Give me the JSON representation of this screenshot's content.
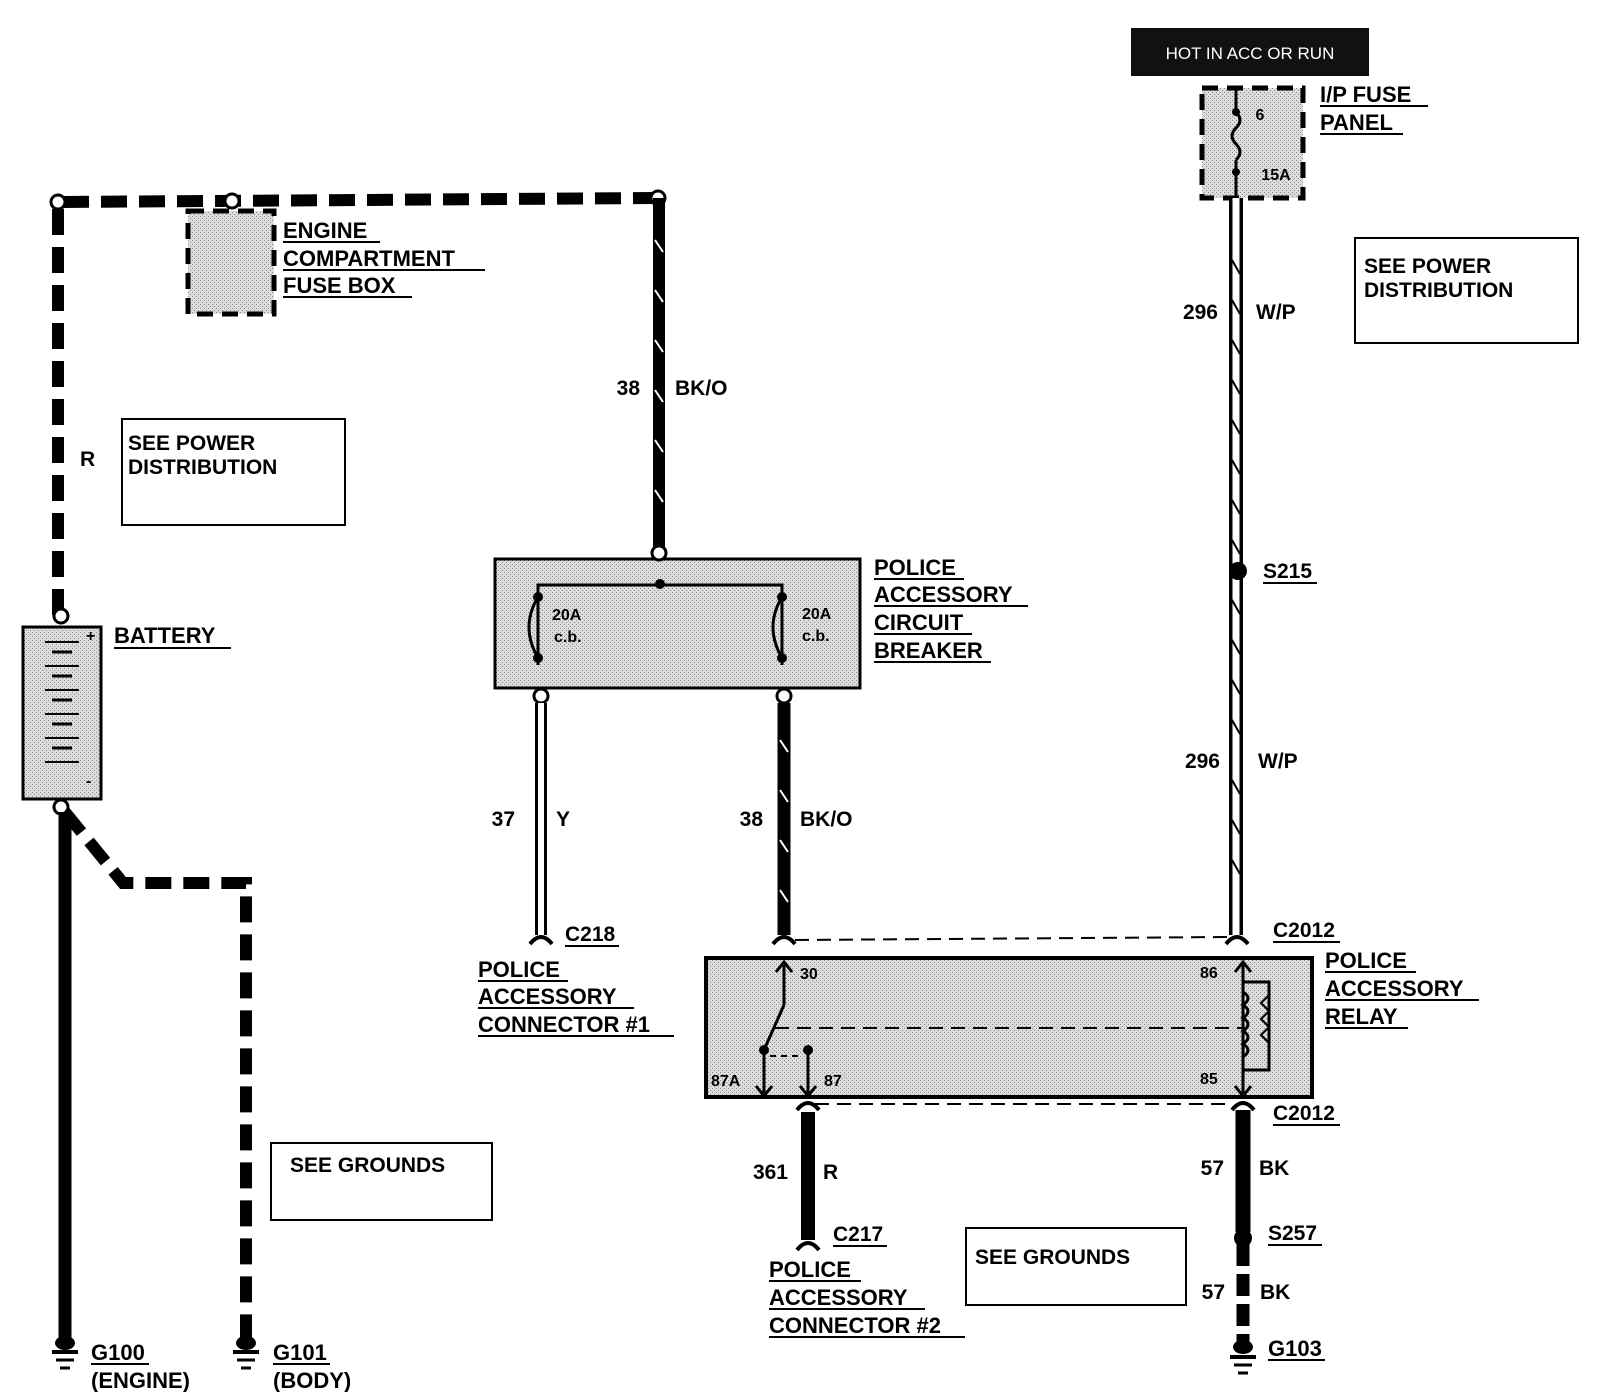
{
  "hot_banner": "HOT IN ACC OR RUN",
  "components": {
    "ip_fuse_panel": {
      "line1": "I/P FUSE",
      "line2": "PANEL",
      "fuse_number": "6",
      "fuse_rating": "15A"
    },
    "engine_fuse_box": {
      "line1": "ENGINE",
      "line2": "COMPARTMENT",
      "line3": "FUSE BOX"
    },
    "battery": {
      "label": "BATTERY",
      "plus": "+",
      "minus": "-"
    },
    "circuit_breaker": {
      "line1": "POLICE",
      "line2": "ACCESSORY",
      "line3": "CIRCUIT",
      "line4": "BREAKER",
      "left_rating": "20A",
      "left_type": "c.b.",
      "right_rating": "20A",
      "right_type": "c.b."
    },
    "relay": {
      "line1": "POLICE",
      "line2": "ACCESSORY",
      "line3": "RELAY",
      "pin30": "30",
      "pin86": "86",
      "pin85": "85",
      "pin87a": "87A",
      "pin87": "87"
    },
    "connector1": {
      "id": "C218",
      "line1": "POLICE",
      "line2": "ACCESSORY",
      "line3": "CONNECTOR #1"
    },
    "connector2": {
      "id": "C217",
      "line1": "POLICE",
      "line2": "ACCESSORY",
      "line3": "CONNECTOR #2"
    },
    "relay_connector_top": "C2012",
    "relay_connector_bottom": "C2012",
    "splice_s215": "S215",
    "splice_s257": "S257",
    "g100": {
      "id": "G100",
      "desc": "(ENGINE)"
    },
    "g101": {
      "id": "G101",
      "desc": "(BODY)"
    },
    "g103": {
      "id": "G103"
    }
  },
  "wires": {
    "battery_r": {
      "color": "R"
    },
    "w38_top": {
      "circuit": "38",
      "color": "BK/O"
    },
    "w38_mid": {
      "circuit": "38",
      "color": "BK/O"
    },
    "w37": {
      "circuit": "37",
      "color": "Y"
    },
    "w296_top": {
      "circuit": "296",
      "color": "W/P"
    },
    "w296_bottom": {
      "circuit": "296",
      "color": "W/P"
    },
    "w361": {
      "circuit": "361",
      "color": "R"
    },
    "w57_top": {
      "circuit": "57",
      "color": "BK"
    },
    "w57_bottom": {
      "circuit": "57",
      "color": "BK"
    }
  },
  "notes": {
    "power_dist_left": {
      "line1": "SEE POWER",
      "line2": "DISTRIBUTION"
    },
    "power_dist_right": {
      "line1": "SEE POWER",
      "line2": "DISTRIBUTION"
    },
    "grounds_left": "SEE GROUNDS",
    "grounds_right": "SEE GROUNDS"
  }
}
